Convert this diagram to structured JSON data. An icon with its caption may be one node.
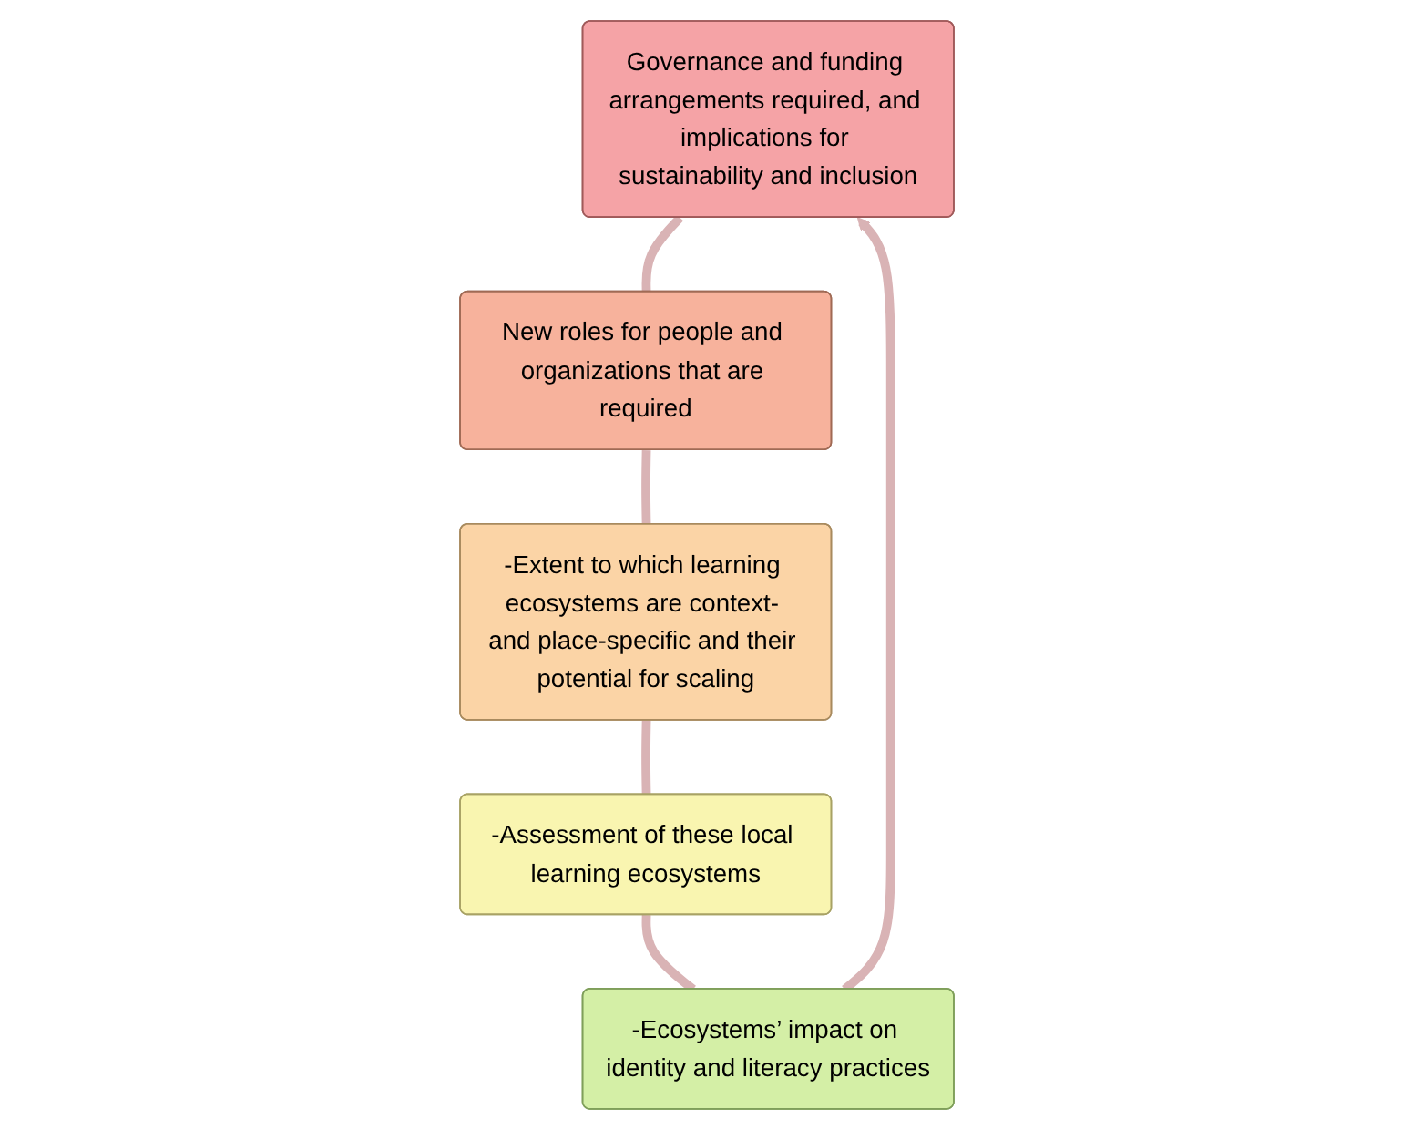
{
  "diagram": {
    "nodes": [
      {
        "text": [
          "Governance and funding arrangements required, and implications for sustainability and inclusion"
        ]
      },
      {
        "text": [
          "New roles for people and organizations that are required"
        ]
      },
      {
        "text": [
          "-Extent to which learning ecosystems are context- and place-specific and their potential for scaling"
        ]
      },
      {
        "text": [
          "-Assessment of these local learning ecosystems"
        ]
      },
      {
        "text": [
          "-Ecosystems’ impact on identity and literacy practices"
        ]
      }
    ],
    "edges": [
      {
        "from": 0,
        "to": 1,
        "arrow": "none"
      },
      {
        "from": 1,
        "to": 2,
        "arrow": "none"
      },
      {
        "from": 2,
        "to": 3,
        "arrow": "none"
      },
      {
        "from": 3,
        "to": 4,
        "arrow": "none"
      },
      {
        "from": 4,
        "to": 0,
        "arrow": "to"
      }
    ]
  }
}
